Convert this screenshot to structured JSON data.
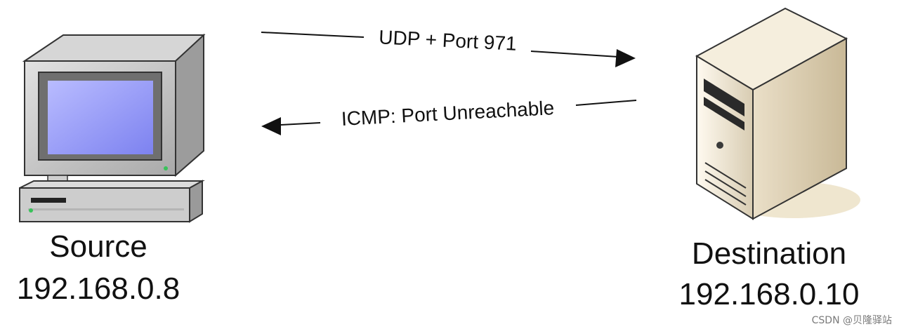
{
  "source": {
    "name": "Source",
    "ip": "192.168.0.8"
  },
  "destination": {
    "name": "Destination",
    "ip": "192.168.0.10"
  },
  "arrows": [
    {
      "label": "UDP + Port 971",
      "direction": "source-to-destination"
    },
    {
      "label": "ICMP: Port Unreachable",
      "direction": "destination-to-source"
    }
  ],
  "icons": {
    "source": "desktop-computer-icon",
    "destination": "tower-server-icon"
  },
  "watermark": "CSDN @贝隆驿站"
}
